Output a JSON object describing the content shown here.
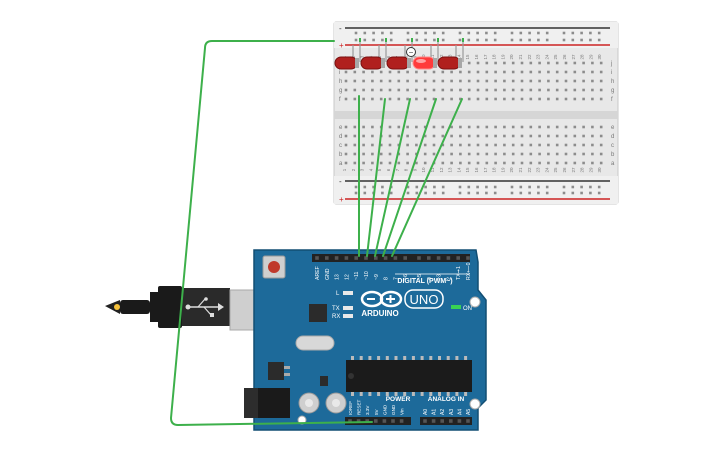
{
  "breadboard": {
    "rail_minus": "-",
    "rail_plus": "+",
    "column_numbers": [
      "1",
      "2",
      "3",
      "4",
      "5",
      "6",
      "7",
      "8",
      "9",
      "10",
      "11",
      "12",
      "13",
      "14",
      "15",
      "16",
      "17",
      "18",
      "19",
      "20",
      "21",
      "22",
      "23",
      "24",
      "25",
      "26",
      "27",
      "28",
      "29",
      "30"
    ],
    "row_letters_top": [
      "j",
      "i",
      "h",
      "g",
      "f"
    ],
    "row_letters_bottom": [
      "e",
      "d",
      "c",
      "b",
      "a"
    ]
  },
  "leds": {
    "count": 5,
    "lit_index": 3,
    "color_off": "#b0201e",
    "color_on": "#ff3b3b",
    "tooltip_symbol": "−"
  },
  "arduino": {
    "brand": "ARDUINO",
    "model": "UNO",
    "digital_header": "DIGITAL (PWM~)",
    "digital_pins": [
      "AREF",
      "GND",
      "13",
      "12",
      "~11",
      "~10",
      "~9",
      "8",
      "7",
      "~6",
      "~5",
      "4",
      "~3",
      "2",
      "TX➞1",
      "RX⟵0"
    ],
    "power_header": "POWER",
    "power_pins": [
      "IOREF",
      "RESET",
      "3.3V",
      "5V",
      "GND",
      "GND",
      "Vin"
    ],
    "analog_header": "ANALOG IN",
    "analog_pins": [
      "A0",
      "A1",
      "A2",
      "A3",
      "A4",
      "A5"
    ],
    "on_label": "ON",
    "l_label": "L",
    "tx_label": "TX",
    "rx_label": "RX",
    "board_color": "#1d6a9a"
  },
  "wires": {
    "color": "#3db04b"
  }
}
